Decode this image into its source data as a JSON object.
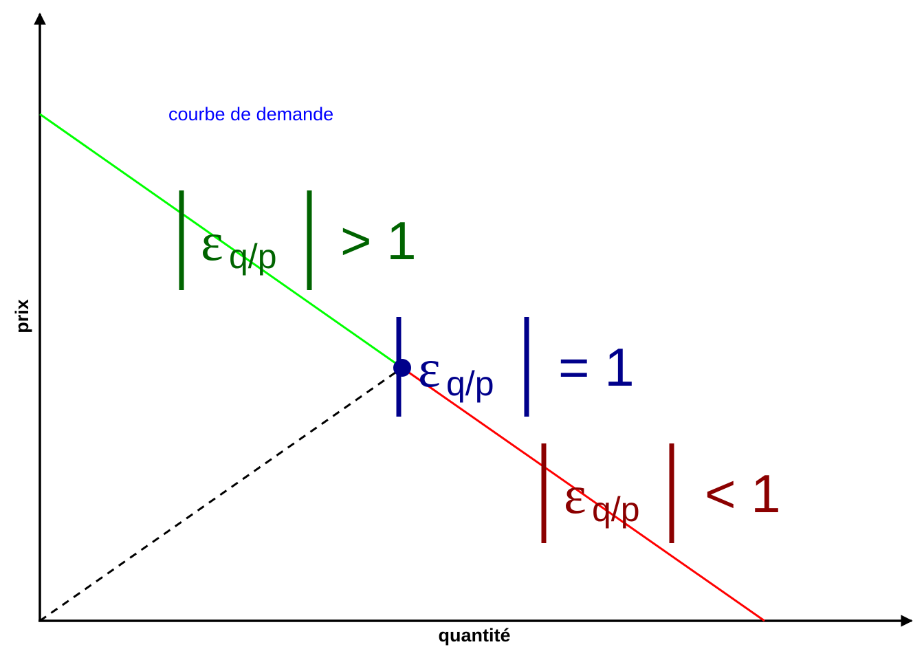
{
  "axes": {
    "x_label": "quantité",
    "y_label": "prix"
  },
  "curve_label": "courbe de demande",
  "regions": {
    "elastic": {
      "symbol": "ε",
      "subscript": "q/p",
      "relation": "> 1",
      "color": "#006400"
    },
    "unit": {
      "symbol": "ε",
      "subscript": "q/p",
      "relation": "= 1",
      "color": "#00008b"
    },
    "inelastic": {
      "symbol": "ε",
      "subscript": "q/p",
      "relation": "< 1",
      "color": "#8b0000"
    }
  },
  "colors": {
    "elastic_segment": "#00ff00",
    "inelastic_segment": "#ff0000",
    "curve_label": "#0000ff",
    "midpoint": "#00008b",
    "axes": "#000000",
    "guide_line": "#000000"
  }
}
